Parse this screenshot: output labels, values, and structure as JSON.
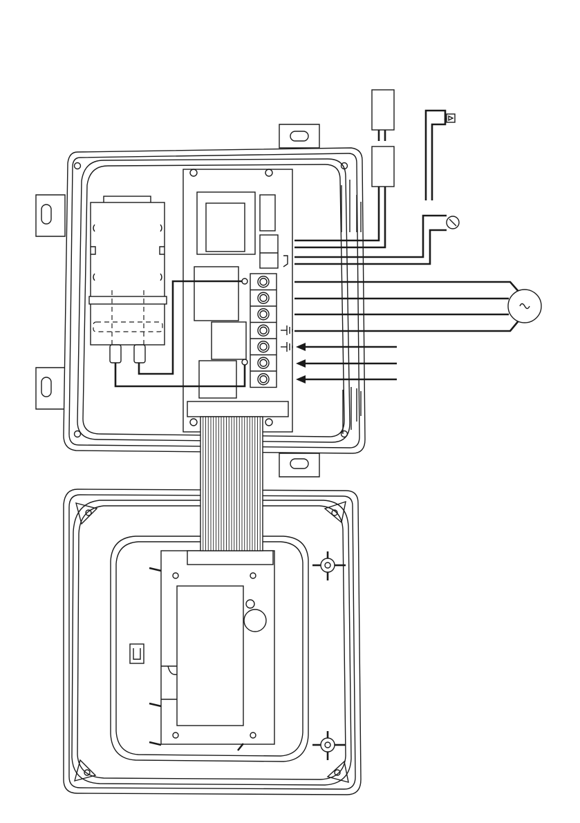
{
  "diagram": {
    "labels": [],
    "colors": {
      "line": "#1a1a1a",
      "background": "#ffffff"
    },
    "icons": [
      "ground-symbol",
      "ac-motor-symbol",
      "relay-contact-symbol",
      "lamp-symbol",
      "photocell-symbol"
    ],
    "terminal_count": 7
  }
}
